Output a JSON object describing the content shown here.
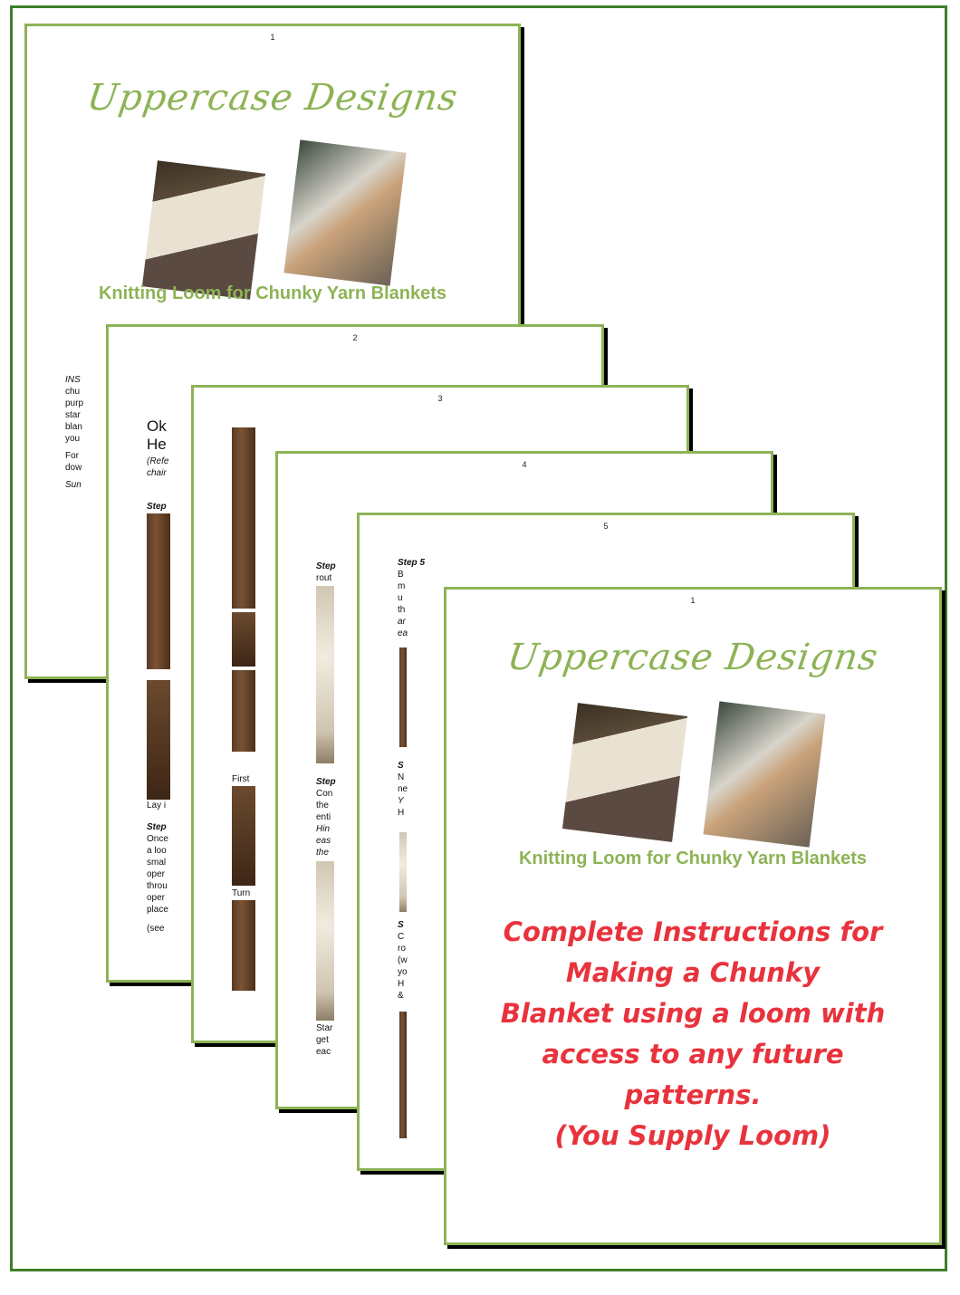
{
  "brand": "Uppercase Designs",
  "product_subtitle": "Knitting Loom for Chunky Yarn Blankets",
  "page_numbers": {
    "p1": "1",
    "p2": "2",
    "p3": "3",
    "p4": "4",
    "p5": "5",
    "front": "1"
  },
  "page1_snippets": [
    "INS",
    "chu",
    "purp",
    "star",
    "blan",
    "you",
    "For",
    "dow",
    "Sun"
  ],
  "page2_snippets": {
    "heading1": "Ok",
    "heading2": "He",
    "ref1": "(Refe",
    "ref2": "chair",
    "step": "Step",
    "lay": "Lay i",
    "step2": "Step",
    "once": "Once",
    "aloo": "a loo",
    "smal": "smal",
    "oper": "oper",
    "thro": "throu",
    "oper2": "oper",
    "place": "place",
    "see": "(see"
  },
  "page3_snippets": {
    "first": "First",
    "turn": "Turn"
  },
  "page4_snippets": {
    "step": "Step",
    "rout": "rout",
    "step2": "Step",
    "con": "Con",
    "the": "the",
    "enti": "enti",
    "hin": "Hin",
    "eas": "eas",
    "the2": "the",
    "star": "Star",
    "get": "get",
    "eac": "eac"
  },
  "page5_snippets": {
    "step5": "Step 5",
    "b": "B",
    "m": "m",
    "u": "u",
    "th": "th",
    "ar": "ar",
    "ea": "ea",
    "s": "S",
    "n": "N",
    "ne": "ne",
    "y": "Y",
    "h": "H",
    "s2": "S",
    "c": "C",
    "ro": "ro",
    "w": "(w",
    "yo": "yo",
    "h2": "H",
    "amp": "&"
  },
  "headline": [
    "Complete Instructions for",
    "Making a Chunky",
    "Blanket using a loom with",
    "access to any future",
    "patterns.",
    "(You Supply Loom)"
  ],
  "colors": {
    "frame": "#3f7f2a",
    "page_border": "#8db356",
    "brand": "#8db356",
    "headline": "#e8333d"
  }
}
